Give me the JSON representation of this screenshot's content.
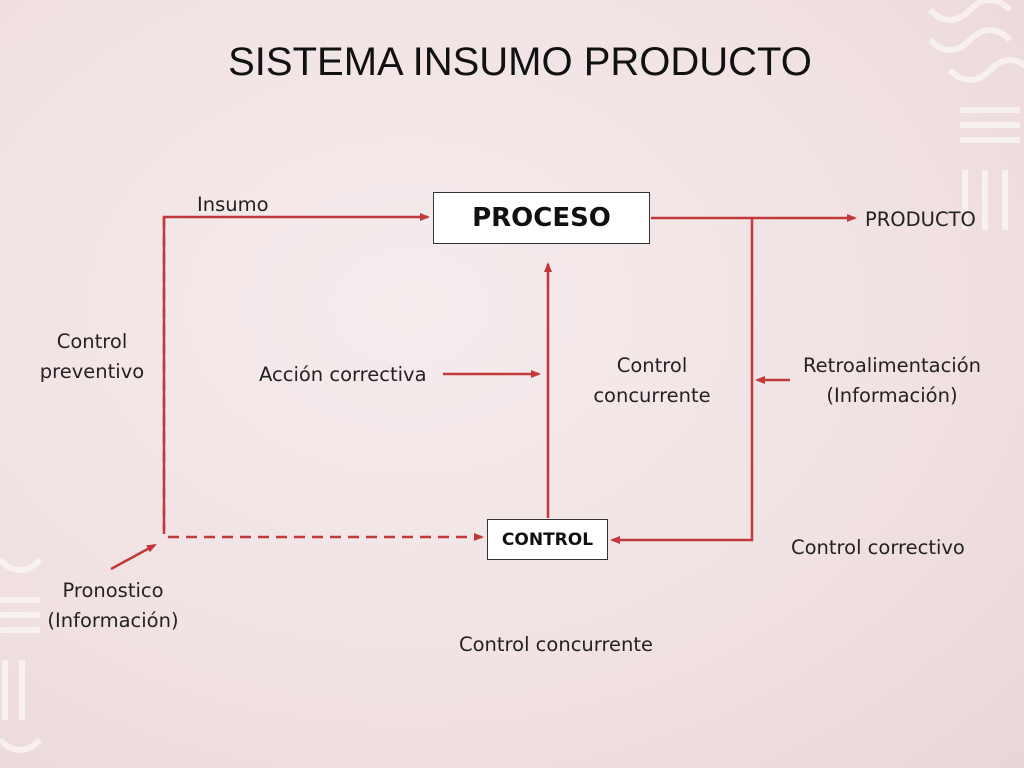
{
  "title": "SISTEMA INSUMO PRODUCTO",
  "nodes": {
    "proceso": "PROCESO",
    "control": "CONTROL"
  },
  "labels": {
    "insumo": "Insumo",
    "producto": "PRODUCTO",
    "control_preventivo": [
      "Control",
      "preventivo"
    ],
    "accion_correctiva": "Acción correctiva",
    "control_concurrente_mid": [
      "Control",
      "concurrente"
    ],
    "retroalimentacion": [
      "Retroalimentación",
      "(Información)"
    ],
    "control_correctivo": "Control correctivo",
    "pronostico": [
      "Pronostico",
      "(Información)"
    ],
    "control_concurrente_bottom": "Control concurrente"
  },
  "colors": {
    "arrow": "#c0393b",
    "box_border": "#333333",
    "box_fill": "#ffffff"
  }
}
